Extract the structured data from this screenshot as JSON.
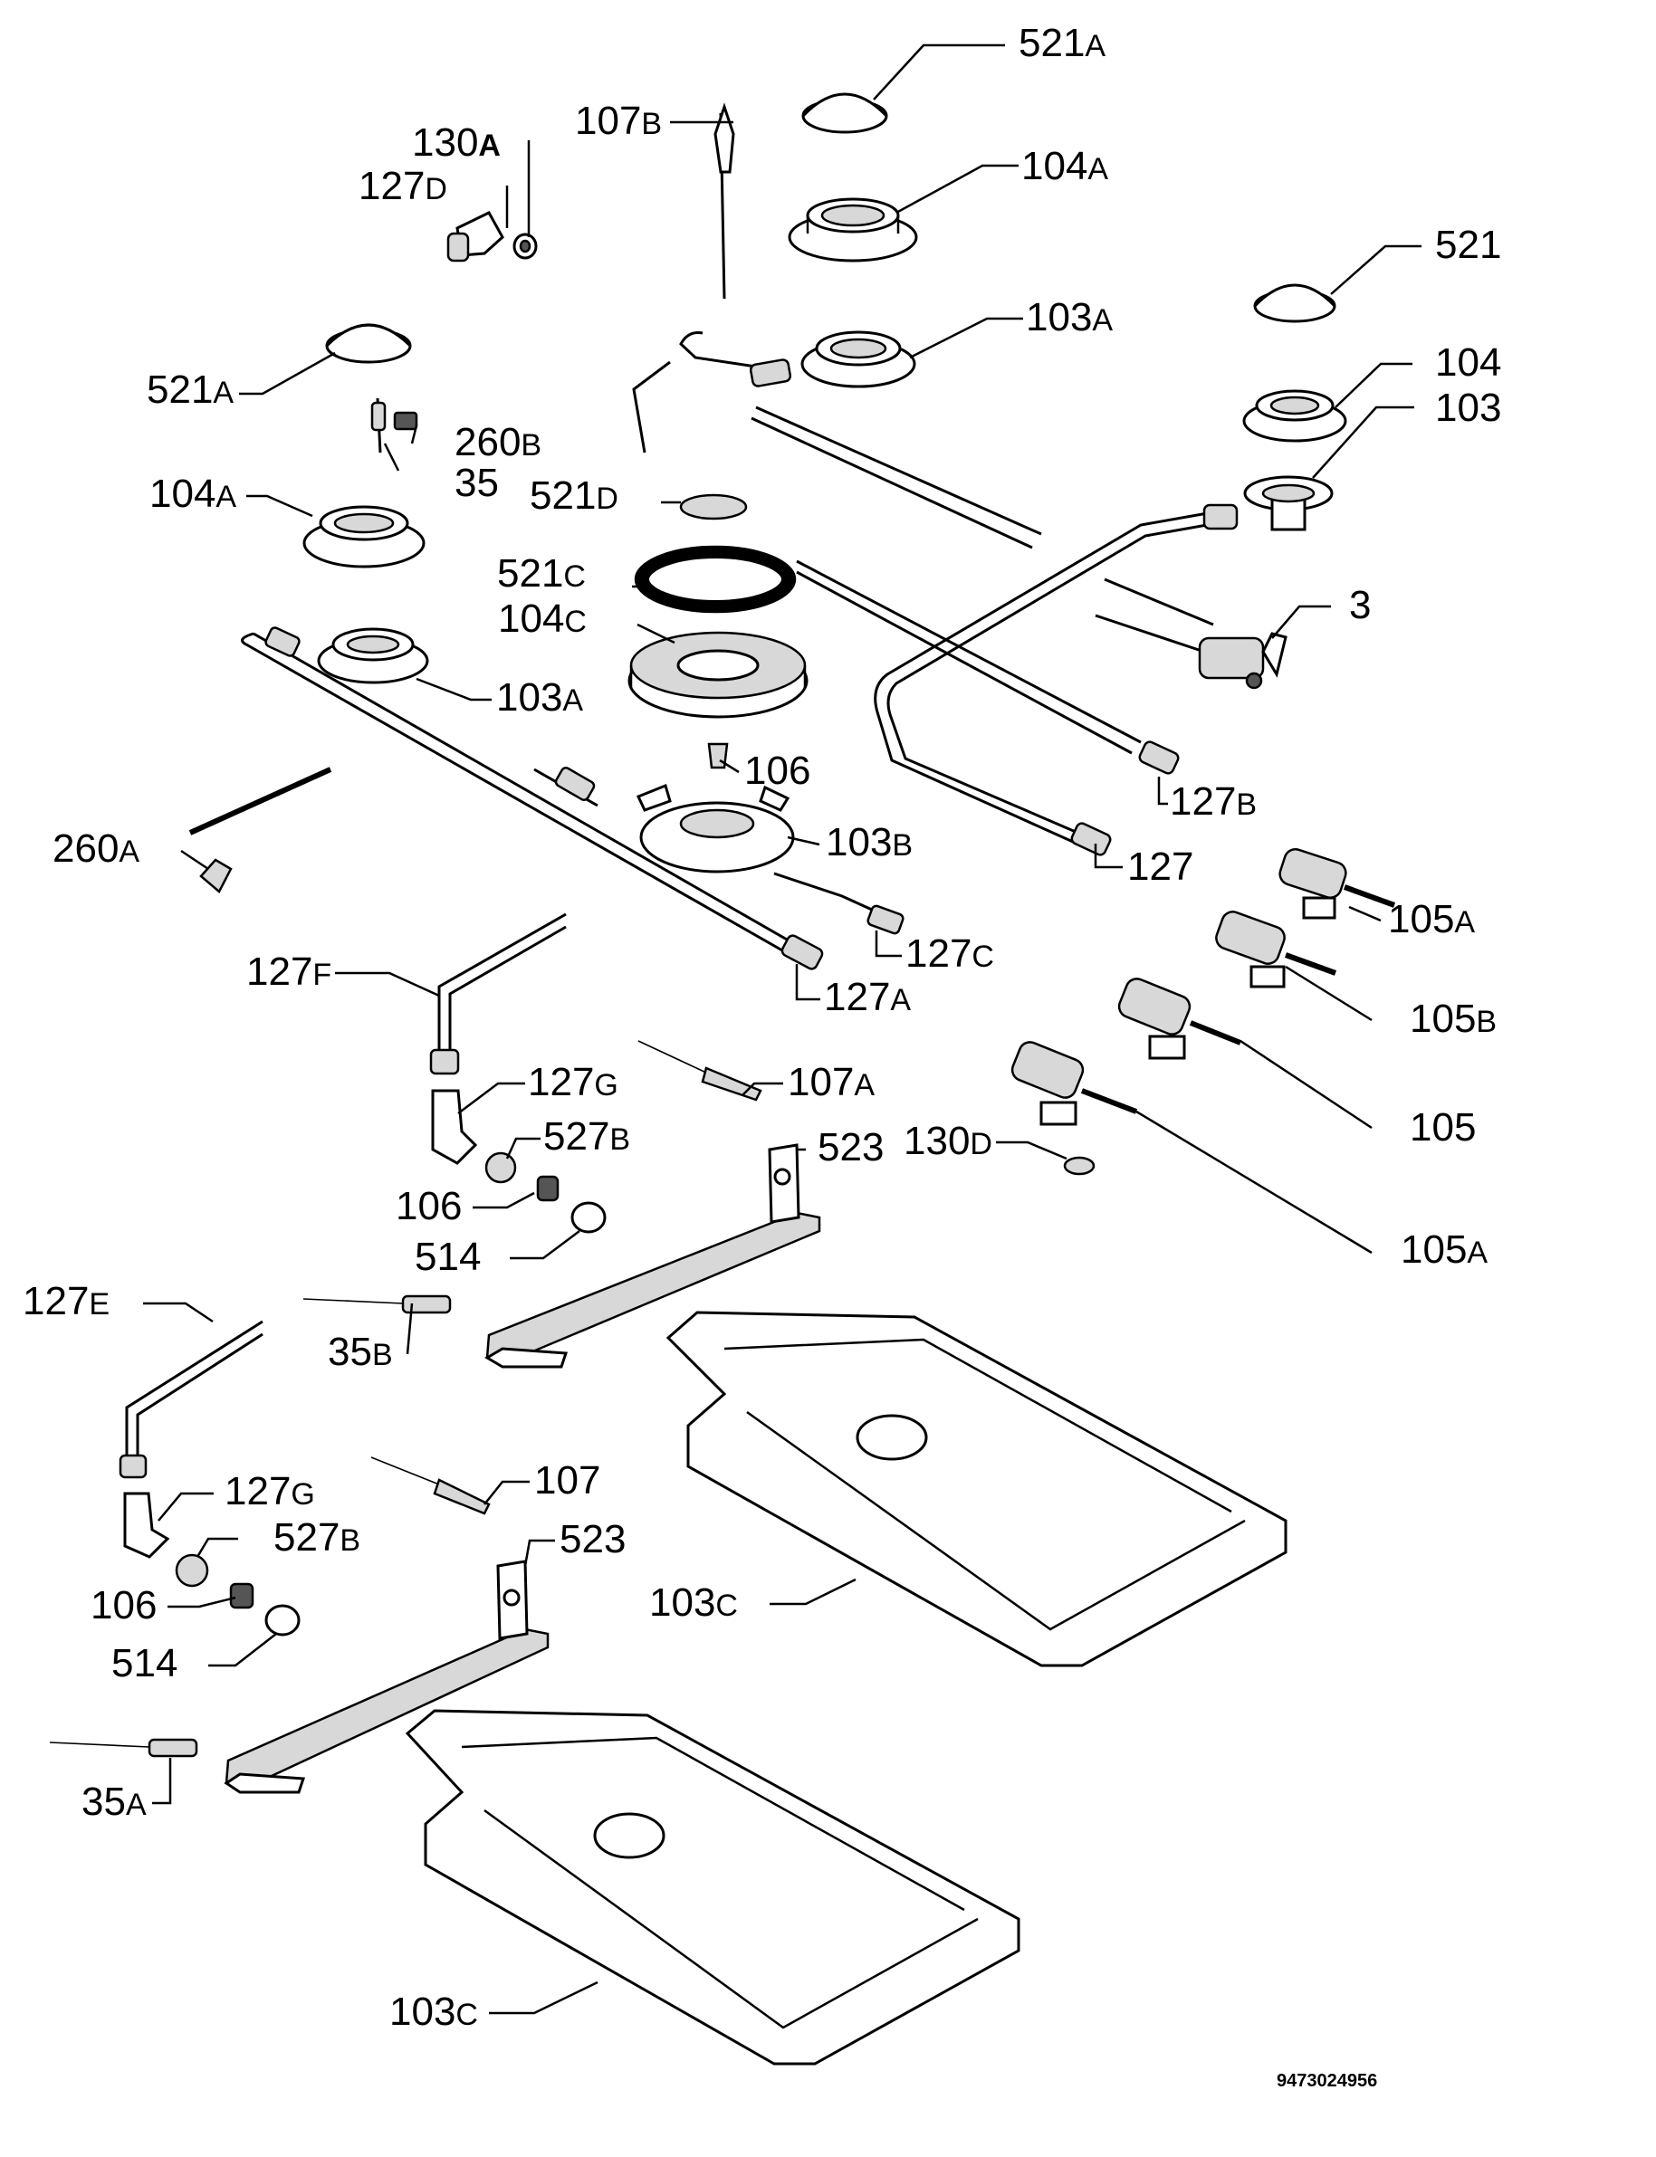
{
  "diagram": {
    "doc_number": "9473024956",
    "labels": [
      {
        "id": "l-521a-top",
        "num": "521",
        "suf": "A"
      },
      {
        "id": "l-107b",
        "num": "107",
        "suf": "B"
      },
      {
        "id": "l-130a",
        "num": "130",
        "suf": "A"
      },
      {
        "id": "l-127d",
        "num": "127",
        "suf": "D"
      },
      {
        "id": "l-104a-top",
        "num": "104",
        "suf": "A"
      },
      {
        "id": "l-521",
        "num": "521",
        "suf": ""
      },
      {
        "id": "l-103a-top",
        "num": "103",
        "suf": "A"
      },
      {
        "id": "l-104",
        "num": "104",
        "suf": ""
      },
      {
        "id": "l-103",
        "num": "103",
        "suf": ""
      },
      {
        "id": "l-521a-left",
        "num": "521",
        "suf": "A"
      },
      {
        "id": "l-260b",
        "num": "260",
        "suf": "B"
      },
      {
        "id": "l-35",
        "num": "35",
        "suf": ""
      },
      {
        "id": "l-521d",
        "num": "521",
        "suf": "D"
      },
      {
        "id": "l-104a-left",
        "num": "104",
        "suf": "A"
      },
      {
        "id": "l-521c",
        "num": "521",
        "suf": "C"
      },
      {
        "id": "l-104c",
        "num": "104",
        "suf": "C"
      },
      {
        "id": "l-3",
        "num": "3",
        "suf": ""
      },
      {
        "id": "l-103a-left",
        "num": "103",
        "suf": "A"
      },
      {
        "id": "l-106-top",
        "num": "106",
        "suf": ""
      },
      {
        "id": "l-127b",
        "num": "127",
        "suf": "B"
      },
      {
        "id": "l-103b",
        "num": "103",
        "suf": "B"
      },
      {
        "id": "l-260a",
        "num": "260",
        "suf": "A"
      },
      {
        "id": "l-127",
        "num": "127",
        "suf": ""
      },
      {
        "id": "l-105a-top",
        "num": "105",
        "suf": "A"
      },
      {
        "id": "l-127c",
        "num": "127",
        "suf": "C"
      },
      {
        "id": "l-127f",
        "num": "127",
        "suf": "F"
      },
      {
        "id": "l-127a",
        "num": "127",
        "suf": "A"
      },
      {
        "id": "l-105b",
        "num": "105",
        "suf": "B"
      },
      {
        "id": "l-107a",
        "num": "107",
        "suf": "A"
      },
      {
        "id": "l-127g-top",
        "num": "127",
        "suf": "G"
      },
      {
        "id": "l-105",
        "num": "105",
        "suf": ""
      },
      {
        "id": "l-527b-top",
        "num": "527",
        "suf": "B"
      },
      {
        "id": "l-523-top",
        "num": "523",
        "suf": ""
      },
      {
        "id": "l-130d",
        "num": "130",
        "suf": "D"
      },
      {
        "id": "l-106-mid",
        "num": "106",
        "suf": ""
      },
      {
        "id": "l-514-top",
        "num": "514",
        "suf": ""
      },
      {
        "id": "l-105a-bot",
        "num": "105",
        "suf": "A"
      },
      {
        "id": "l-127e",
        "num": "127",
        "suf": "E"
      },
      {
        "id": "l-35b",
        "num": "35",
        "suf": "B"
      },
      {
        "id": "l-107",
        "num": "107",
        "suf": ""
      },
      {
        "id": "l-127g-bot",
        "num": "127",
        "suf": "G"
      },
      {
        "id": "l-523-bot",
        "num": "523",
        "suf": ""
      },
      {
        "id": "l-527b-bot",
        "num": "527",
        "suf": "B"
      },
      {
        "id": "l-103c-top",
        "num": "103",
        "suf": "C"
      },
      {
        "id": "l-106-bot",
        "num": "106",
        "suf": ""
      },
      {
        "id": "l-514-bot",
        "num": "514",
        "suf": ""
      },
      {
        "id": "l-35a",
        "num": "35",
        "suf": "A"
      },
      {
        "id": "l-103c-bot",
        "num": "103",
        "suf": "C"
      }
    ]
  }
}
